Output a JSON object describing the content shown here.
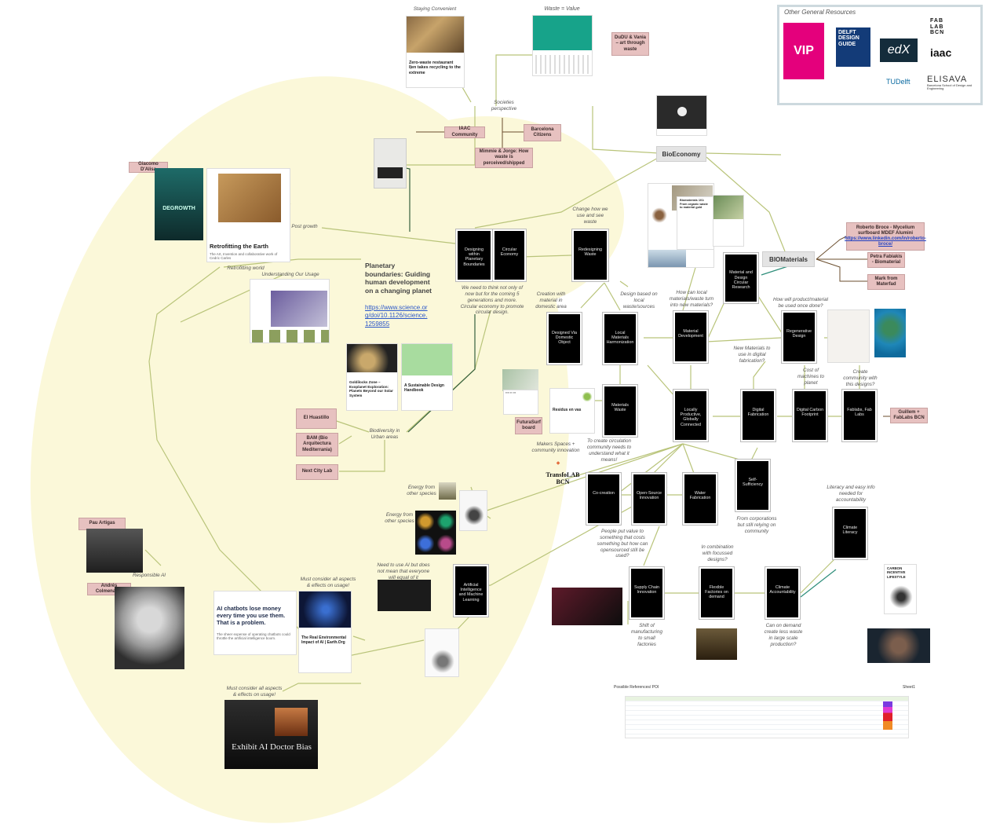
{
  "resources": {
    "title": "Other General Resources",
    "vip": "VIP",
    "delft": "DELFT DESIGN GUIDE",
    "edx": "edX",
    "fablab": "FAB LAB BCN",
    "iaac": "iaac",
    "tudelft": "TUDelft",
    "elisava": "ELISAVA",
    "elisava_sub": "Barcelona School of Design and Engineering"
  },
  "topcluster": {
    "staying": "Staying Convenient",
    "zerowaste_title": "Zero-waste restaurant Iļen takes recycling to the extreme",
    "waste_value": "Waste = Value",
    "dudu": "DuDU & Vania – art through waste",
    "societies": "Societies perspective",
    "iaac": "IAAC Community",
    "barcelona": "Barcelona Citizens",
    "mimmie": "Mimmie & Jorge: How waste is perceived/shipped",
    "bioeconomy": "BioEconomy",
    "biomaterials": "BIOMaterials",
    "roberto": "Roberto Broce - Mycelium surfboard MDEF Alumini",
    "roberto_link": "https://www.linkedin.com/in/roberto-broce/",
    "petra": "Petra Fabiakis - Biomaterial",
    "mark": "Mark from Materfad"
  },
  "left": {
    "giacomo": "Giacomo D'Alisa",
    "degrowth": "DEGROWTH",
    "retrofit_title": "Retrofitting the Earth",
    "retrofit_sub": "The Art, Invention and collaborative work of Cedric Carles",
    "post_growth": "Post growth",
    "retrofitting_world": "Retrofitting world",
    "understanding": "Understanding Our Usage",
    "planetary_title": "Planetary boundaries: Guiding human development on a changing planet",
    "planetary_link": "https://www.science.org/doi/10.1126/science.1259855",
    "goldilocks": "Goldilocks Zone – Exoplanet Exploration: Planets Beyond our Solar System",
    "sustainable": "A Sustainable Design Handbook",
    "el_huastillo": "El Huastillo",
    "bam": "BAM (Bio Arquitectura Mediterrania)",
    "next_city": "Next City Lab",
    "biodiversity": "Biodiversity in Urban areas",
    "pau": "Pau Artigas",
    "responsible_ai": "Responsible AI",
    "andres": "Andrés Colmenares",
    "chatbots": "AI chatbots lose money every time you use them. That is a problem.",
    "chatbots_sub": "The sheer expense of operating chatbots could throttle the artificial intelligence boom.",
    "env_impact": "The Real Environmental Impact of AI | Earth.Org",
    "must_consider1": "Must consider all aspects & effects on usage!",
    "must_consider2": "Must consider all aspects & effects on usage!",
    "exhibit": "Exhibit AI Doctor Bias",
    "need_ai": "Need to use AI but does not mean that everyone will equal of it",
    "energy1": "Energy from other species",
    "energy2": "Energy from other species"
  },
  "center": {
    "book_planetary": "Designing within Planetary Boundaries",
    "book_circular": "Circular Economy",
    "book_redesign": "Redesigning Waste",
    "change_how": "Change how we use and see waste",
    "need_think": "We need to think not only of now but for the coming 5 generations and more. Circular economy to promote circular design.",
    "creation": "Creation with material in domestic area",
    "book_designed": "Designed Via Domestic Object",
    "book_local": "Local Materials Harmonization",
    "design_local": "Design based on local waste/sources",
    "how_local": "How can local materials/waste turn into new materials?",
    "book_material": "Material Development",
    "book_matdesign": "Material and Design Circular Research",
    "how_product": "How will product/material be used once done?",
    "book_regen": "Regenerative Design",
    "new_materials": "New Materials to use in digital fabrication?",
    "cost": "Cost of machines to planet",
    "create_comm": "Create community with this designs?",
    "book_material_waste": "Materials Waste",
    "book_locally": "Locally Productive, Globally Connected",
    "book_digital": "Digital Fabrication",
    "book_carbon": "Digital Carbon Footprint",
    "book_fablabs": "Fablabs, Fab Labs",
    "guillem": "Guillem + FabLabs BCN",
    "residus": "Residus en vas",
    "futurasurf": "FuturaSurf board",
    "to_create": "To create circulation community needs to understand what it means!",
    "makers": "Makers Spaces + community innovation",
    "transfolab": "TransfoLAB BCN",
    "book_coop": "Co-creation",
    "book_opensource": "Open-Source Innovation",
    "book_water": "Water Fabrication",
    "book_self": "Self-Sufficiency",
    "from_corp": "From corporations but still relying on community",
    "literacy": "Literacy and easy info needed for accountability",
    "book_climate_literacy": "Climate Literacy",
    "people_put": "People put value to something that costs something but how can opensourced still be used?",
    "in_combination": "In combination with focussed designs?",
    "book_supply": "Supply Chain Innovation",
    "book_fabfactories": "Flexible Factories on demand",
    "book_accountability": "Climate Accountability",
    "shift": "Shift of manufacturing to small factories",
    "can_demand": "Can on demand create less waste in large scale production?",
    "book_ai": "Artificial Intelligence and Machine Learning",
    "carbon_lifestyle": "CARBON INCENTIVE LIFESTYLE",
    "biomaterials101": "Biomaterials 101: From organic waste to material gold",
    "tables_title": "Possible References/ POI",
    "sheet": "Sheet1"
  }
}
